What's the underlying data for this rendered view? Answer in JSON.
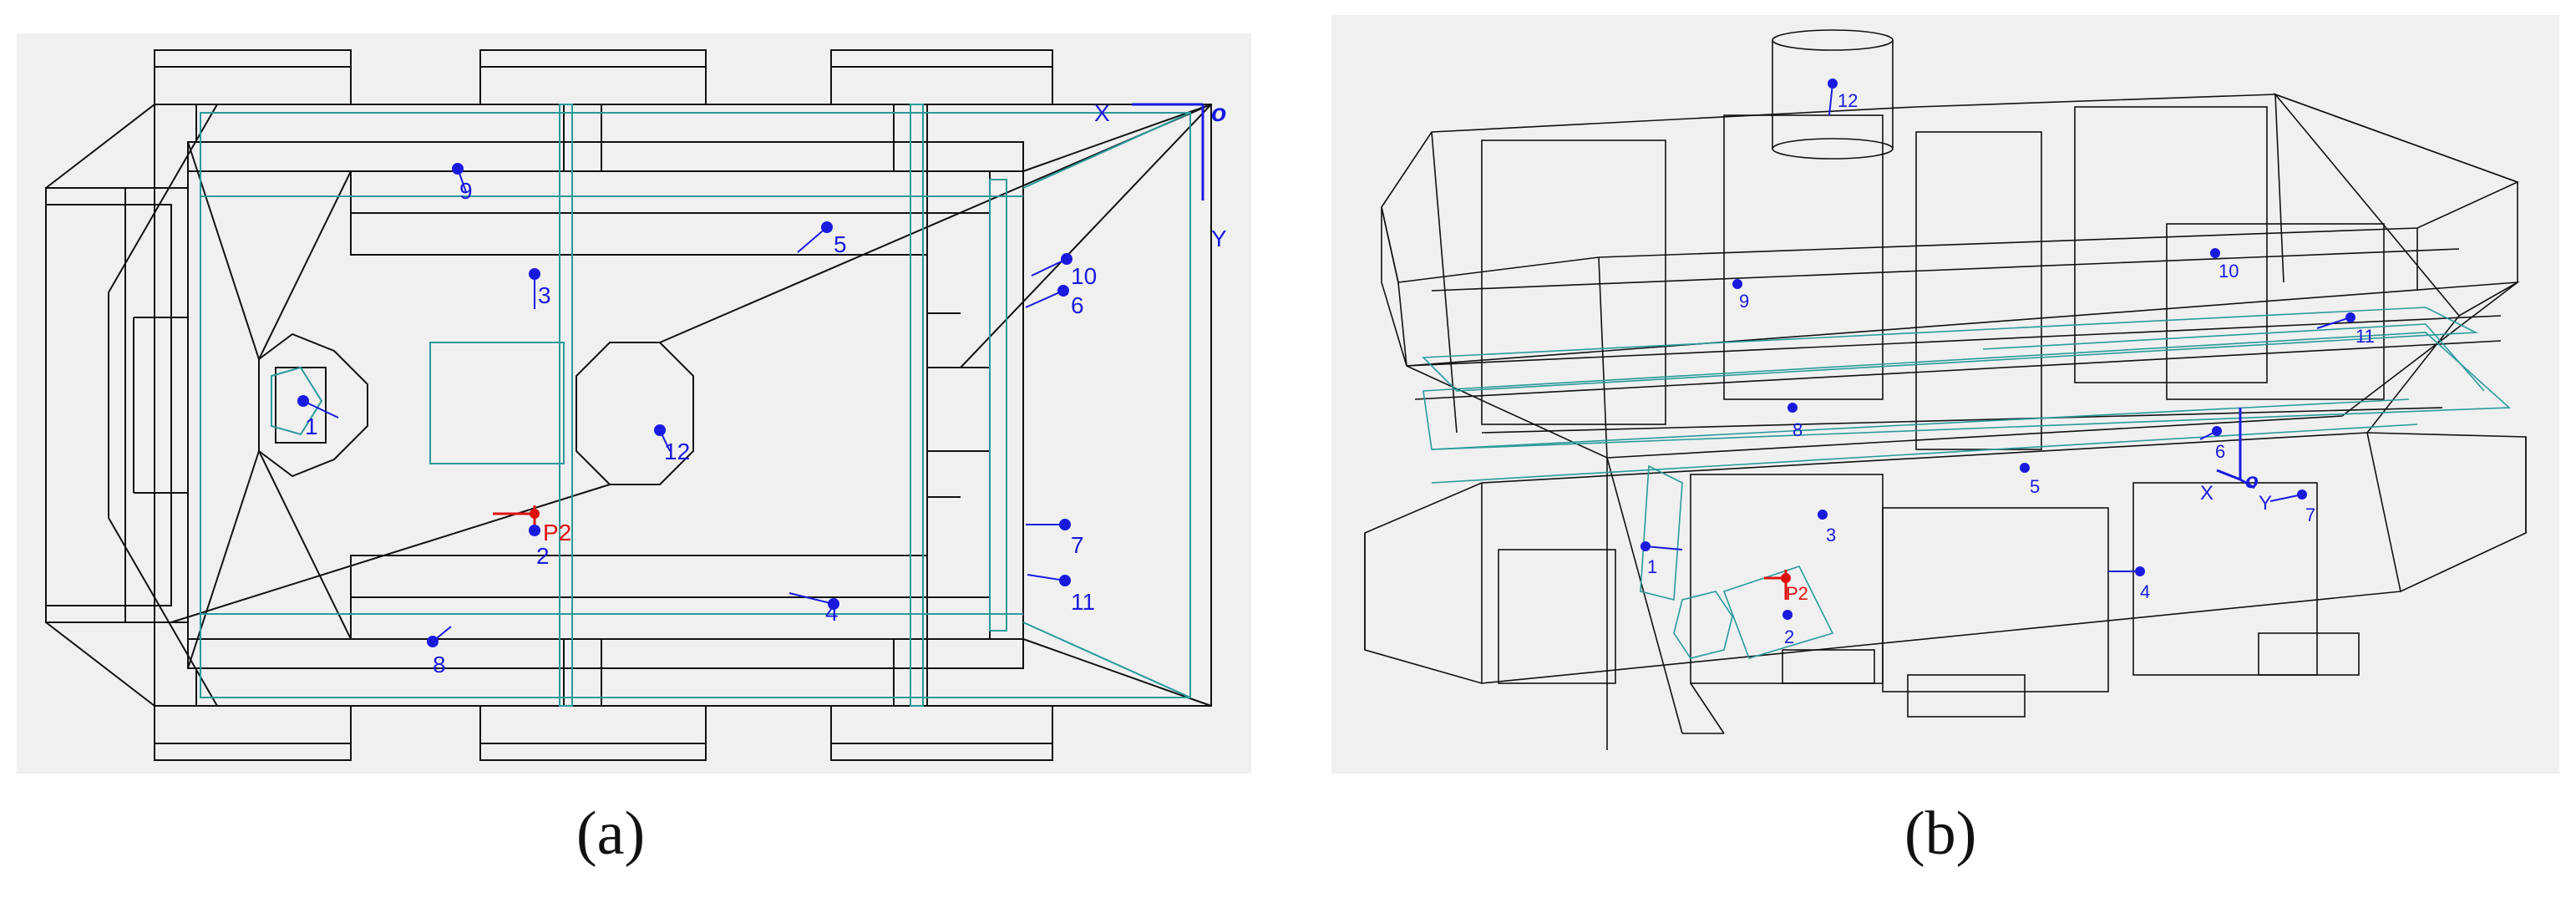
{
  "figure": {
    "panel_a": {
      "caption": "(a)",
      "axis_labels": {
        "x": "X",
        "y": "Y",
        "origin": "o"
      },
      "points": [
        "1",
        "2",
        "3",
        "4",
        "5",
        "6",
        "7",
        "8",
        "9",
        "10",
        "11",
        "12"
      ],
      "reference_point": "P2"
    },
    "panel_b": {
      "caption": "(b)",
      "axis_labels": {
        "x": "X",
        "y": "Y",
        "origin": "o"
      },
      "points": [
        "1",
        "2",
        "3",
        "4",
        "5",
        "6",
        "7",
        "8",
        "9",
        "10",
        "11",
        "12"
      ],
      "reference_point": "P2"
    }
  },
  "colors": {
    "outline": "#111111",
    "cyan_outline": "#2a9a9a",
    "points": "#1a1adf",
    "reference": "#e01010",
    "panel_bg": "#f0f0f0"
  }
}
